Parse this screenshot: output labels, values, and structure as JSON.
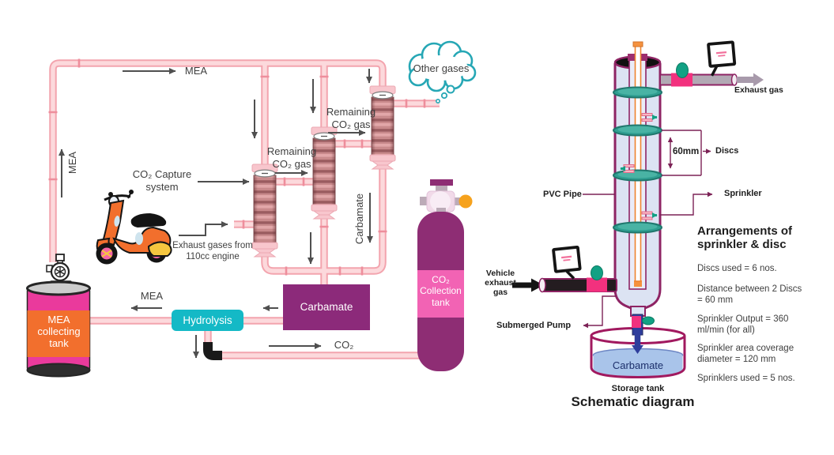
{
  "left_diagram": {
    "labels": {
      "mea_top": "MEA",
      "mea_left": "MEA",
      "mea_return": "MEA",
      "co2_capture_system": "CO₂ Capture system",
      "exhaust_gases_engine": "Exhaust gases from 110cc engine",
      "remaining_co2_lower": "Remaining CO₂ gas",
      "remaining_co2_upper": "Remaining CO₂ gas",
      "carbamate_pipe": "Carbamate",
      "other_gases": "Other gases",
      "co2_out": "CO₂"
    },
    "nodes": {
      "hydrolysis": "Hydrolysis",
      "carbamate": "Carbamate",
      "mea_tank": "MEA collecting tank",
      "co2_tank": "CO₂ Collection tank"
    }
  },
  "right_diagram": {
    "labels": {
      "exhaust_gas": "Exhaust gas",
      "discs": "Discs",
      "disc_spacing": "60mm",
      "sprinkler": "Sprinkler",
      "pvc_pipe": "PVC Pipe",
      "vehicle_exhaust": "Vehicle exhaust gas",
      "submerged_pump": "Submerged Pump",
      "tank_liquid": "Carbamate",
      "storage_tank": "Storage tank",
      "title": "Schematic diagram"
    },
    "specs": {
      "title": "Arrangements of sprinkler & disc",
      "items": [
        "Discs used = 6 nos.",
        "Distance between 2 Discs = 60 mm",
        "Sprinkler Output = 360 ml/min (for all)",
        "Sprinkler area coverage diameter = 120 mm",
        "Sprinklers used = 5 nos."
      ]
    }
  },
  "colors": {
    "pipe_fill": "#fcd9dc",
    "pipe_edge": "#f3a4ae",
    "column_packing": "#c98a8c",
    "purple_box": "#8c2a7a",
    "teal_box": "#14b9c6",
    "tank_magenta": "#ea3a9c",
    "tank_orange": "#f26f2d",
    "co2_tank_purple": "#8e2d74",
    "co2_band_pink": "#f263b4",
    "cloud_teal": "#26a7b5",
    "schematic_outline": "#8e2464",
    "disc_teal": "#2f9e91",
    "accent_pink": "#f2317e",
    "pump_blue": "#2e3d9c",
    "valve_orange": "#f6a21d"
  }
}
